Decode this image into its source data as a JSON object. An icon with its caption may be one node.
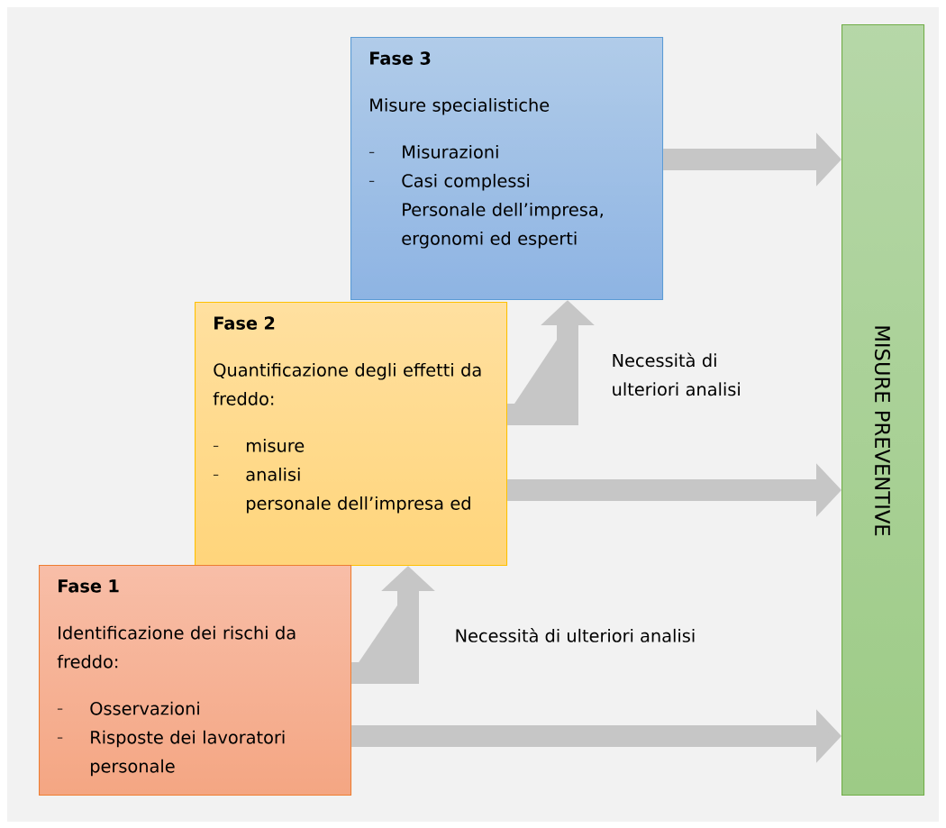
{
  "diagram": {
    "nodes": [
      {
        "text": [
          "Fase 3",
          "Misure specialistiche",
          "Misurazioni",
          "Casi complessi",
          "Personale dell’impresa, ergonomi ed esperti"
        ]
      },
      {
        "text": [
          "Fase 2",
          "Quantificazione degli effetti da freddo:",
          "misure",
          "analisi",
          "personale dell’impresa ed"
        ]
      },
      {
        "text": [
          "Fase 1",
          "Identificazione dei rischi da freddo:",
          "Osservazioni",
          "Risposte dei lavoratori personale"
        ]
      },
      {
        "text": [
          "MISURE PREVENTIVE"
        ]
      }
    ],
    "edges": [
      {
        "from": 2,
        "to": 3,
        "arrow": "to"
      },
      {
        "from": 2,
        "to": 1,
        "arrow": "to",
        "label": "Necessità di ulteriori analisi"
      },
      {
        "from": 1,
        "to": 3,
        "arrow": "to"
      },
      {
        "from": 1,
        "to": 0,
        "arrow": "to",
        "label": "Necessità di ulteriori analisi"
      },
      {
        "from": 0,
        "to": 3,
        "arrow": "to"
      }
    ]
  }
}
